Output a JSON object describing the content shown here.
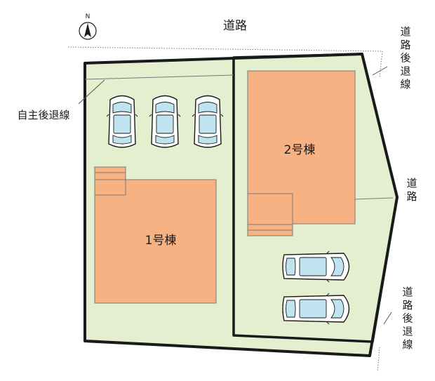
{
  "compass": {
    "letter": "N"
  },
  "road_top": "道路",
  "road_east": "道路",
  "setback_self": "自主後退線",
  "setback_road_top": "道路後退線",
  "setback_road_bottom": "道路後退線",
  "building_1": "1号棟",
  "building_2": "2号棟",
  "colors": {
    "lot_fill": "#e3efcf",
    "building_fill": "#f6b283",
    "car_glass": "#bfe3ef",
    "outline": "#1a1a1a"
  }
}
